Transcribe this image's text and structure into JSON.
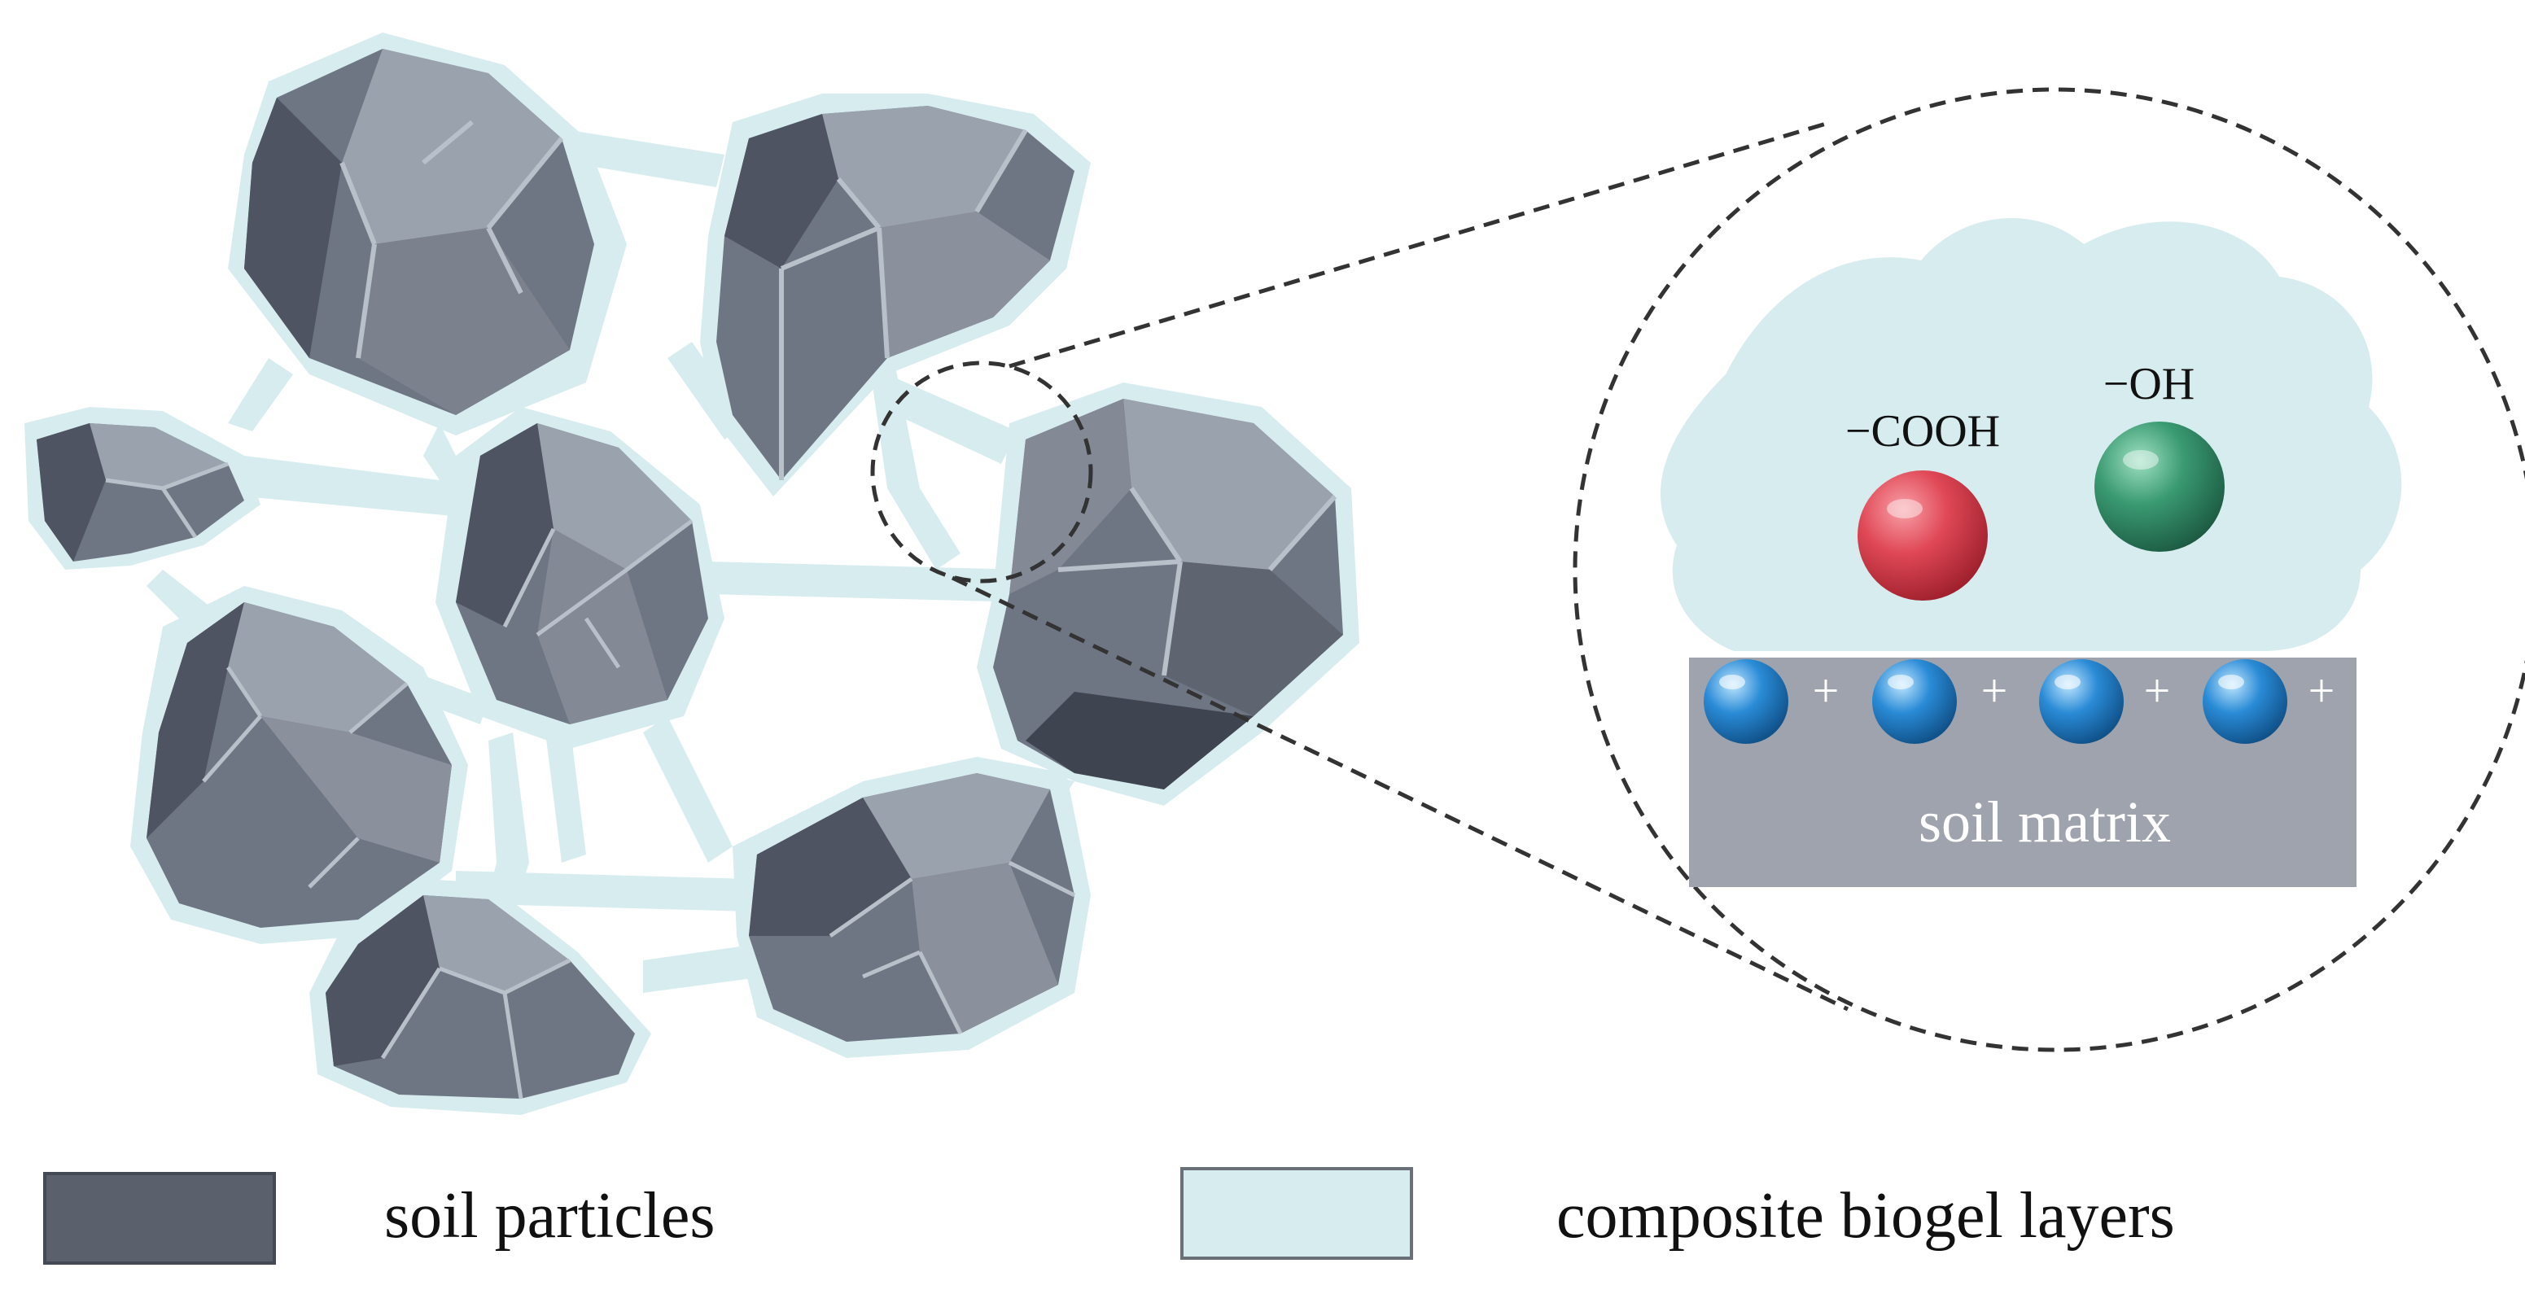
{
  "figure": {
    "labels": {
      "cooh": "−COOH",
      "oh": "−OH",
      "plus": "+",
      "soil_matrix": "soil matrix"
    },
    "legend": [
      {
        "label": "soil particles",
        "swatch_color": "#5b616c"
      },
      {
        "label": "composite biogel layers",
        "swatch_color": "#d7ecef"
      }
    ],
    "colors": {
      "biogel": "#d7ecef",
      "particle_dark": "#4e5461",
      "particle_mid": "#6f7683",
      "particle_light": "#9aa2ad",
      "matrix": "#9ea3ad",
      "cooh_sphere": "#e04856",
      "oh_sphere": "#3a9a72",
      "cation_sphere": "#2a8bd6",
      "dashed_line": "#333333"
    }
  }
}
